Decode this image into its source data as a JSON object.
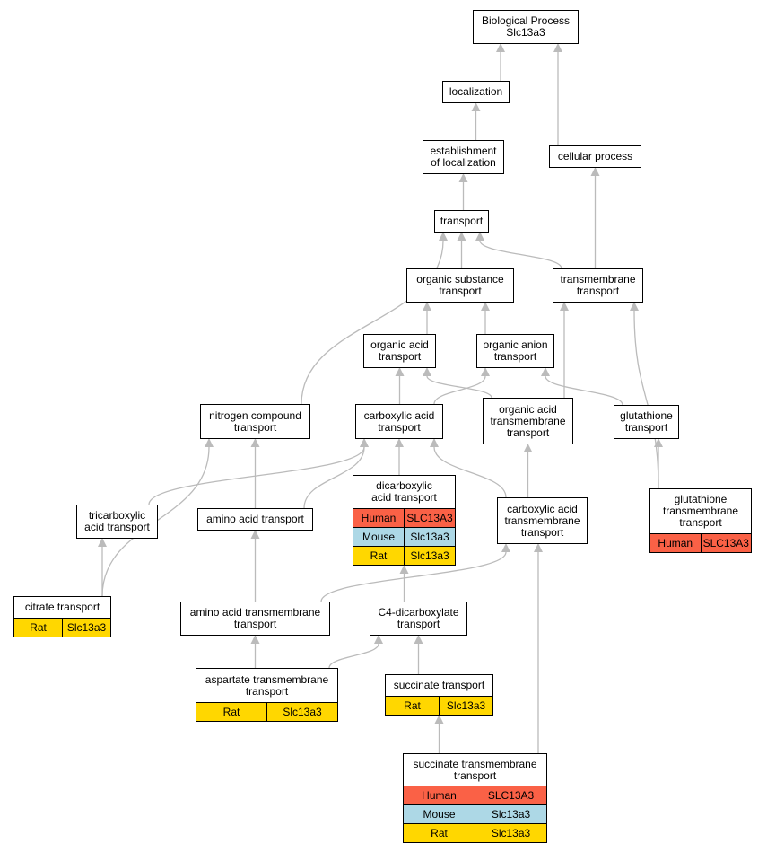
{
  "colors": {
    "human": "#fa6146",
    "mouse": "#add8e6",
    "rat": "#ffd700",
    "edge": "#bbbbbb"
  },
  "nodes": {
    "bp": {
      "label": "Biological Process\nSlc13a3"
    },
    "localization": {
      "label": "localization"
    },
    "establishment": {
      "label": "establishment\nof localization"
    },
    "cellular": {
      "label": "cellular process"
    },
    "transport": {
      "label": "transport"
    },
    "organic_substance": {
      "label": "organic substance\ntransport"
    },
    "transmembrane": {
      "label": "transmembrane\ntransport"
    },
    "organic_acid": {
      "label": "organic acid\ntransport"
    },
    "organic_anion": {
      "label": "organic anion\ntransport"
    },
    "nitrogen": {
      "label": "nitrogen compound\ntransport"
    },
    "carboxylic": {
      "label": "carboxylic acid\ntransport"
    },
    "organic_acid_tm": {
      "label": "organic acid\ntransmembrane\ntransport"
    },
    "glutathione": {
      "label": "glutathione\ntransport"
    },
    "tricarboxylic": {
      "label": "tricarboxylic\nacid transport"
    },
    "amino_acid": {
      "label": "amino acid transport"
    },
    "dicarboxylic": {
      "label": "dicarboxylic\nacid transport",
      "rows": [
        {
          "species": "Human",
          "gene": "SLC13A3"
        },
        {
          "species": "Mouse",
          "gene": "Slc13a3"
        },
        {
          "species": "Rat",
          "gene": "Slc13a3"
        }
      ]
    },
    "carboxylic_tm": {
      "label": "carboxylic acid\ntransmembrane\ntransport"
    },
    "glutathione_tm": {
      "label": "glutathione\ntransmembrane\ntransport",
      "rows": [
        {
          "species": "Human",
          "gene": "SLC13A3"
        }
      ]
    },
    "citrate": {
      "label": "citrate transport",
      "rows": [
        {
          "species": "Rat",
          "gene": "Slc13a3"
        }
      ]
    },
    "amino_acid_tm": {
      "label": "amino acid transmembrane\ntransport"
    },
    "c4": {
      "label": "C4-dicarboxylate\ntransport"
    },
    "aspartate_tm": {
      "label": "aspartate transmembrane\ntransport",
      "rows": [
        {
          "species": "Rat",
          "gene": "Slc13a3"
        }
      ]
    },
    "succinate": {
      "label": "succinate transport",
      "rows": [
        {
          "species": "Rat",
          "gene": "Slc13a3"
        }
      ]
    },
    "succinate_tm": {
      "label": "succinate transmembrane\ntransport",
      "rows": [
        {
          "species": "Human",
          "gene": "SLC13A3"
        },
        {
          "species": "Mouse",
          "gene": "Slc13a3"
        },
        {
          "species": "Rat",
          "gene": "Slc13a3"
        }
      ]
    }
  },
  "edges": [
    [
      "localization",
      "bp"
    ],
    [
      "cellular",
      "bp"
    ],
    [
      "establishment",
      "localization"
    ],
    [
      "transport",
      "establishment"
    ],
    [
      "transmembrane",
      "cellular"
    ],
    [
      "organic_substance",
      "transport"
    ],
    [
      "transmembrane",
      "transport"
    ],
    [
      "nitrogen",
      "transport"
    ],
    [
      "organic_acid",
      "organic_substance"
    ],
    [
      "organic_anion",
      "organic_substance"
    ],
    [
      "carboxylic",
      "organic_acid"
    ],
    [
      "organic_acid_tm",
      "organic_acid"
    ],
    [
      "carboxylic",
      "organic_anion"
    ],
    [
      "glutathione",
      "organic_anion"
    ],
    [
      "organic_acid_tm",
      "transmembrane"
    ],
    [
      "glutathione_tm",
      "transmembrane"
    ],
    [
      "glutathione_tm",
      "glutathione"
    ],
    [
      "dicarboxylic",
      "carboxylic"
    ],
    [
      "carboxylic_tm",
      "carboxylic"
    ],
    [
      "tricarboxylic",
      "carboxylic"
    ],
    [
      "amino_acid",
      "carboxylic"
    ],
    [
      "carboxylic_tm",
      "organic_acid_tm"
    ],
    [
      "citrate",
      "tricarboxylic"
    ],
    [
      "citrate",
      "nitrogen"
    ],
    [
      "amino_acid",
      "nitrogen"
    ],
    [
      "amino_acid_tm",
      "amino_acid"
    ],
    [
      "amino_acid_tm",
      "carboxylic_tm"
    ],
    [
      "c4",
      "dicarboxylic"
    ],
    [
      "aspartate_tm",
      "amino_acid_tm"
    ],
    [
      "aspartate_tm",
      "c4"
    ],
    [
      "succinate",
      "c4"
    ],
    [
      "succinate_tm",
      "succinate"
    ],
    [
      "succinate_tm",
      "carboxylic_tm"
    ]
  ]
}
